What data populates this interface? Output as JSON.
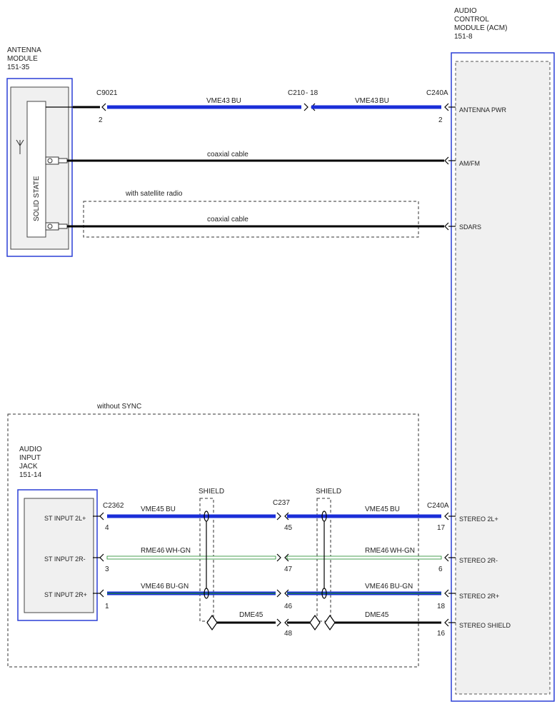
{
  "colors": {
    "module_border": "#2a3fd6",
    "module_fill": "#f0f0f0",
    "blue_wire": "#1a2ed8",
    "green_wire": "#1f8a2a",
    "black_wire": "#000000"
  },
  "antenna_module": {
    "lines": [
      "ANTENNA",
      "MODULE",
      "151-35"
    ],
    "inner_label": "SOLID STATE"
  },
  "acm": {
    "lines": [
      "AUDIO",
      "CONTROL",
      "MODULE (ACM)",
      "151-8"
    ],
    "pins": {
      "antenna_pwr": "ANTENNA PWR",
      "amfm": "AM/FM",
      "sdars": "SDARS",
      "stereo_2l_plus": "STEREO 2L+",
      "stereo_2r_minus": "STEREO 2R-",
      "stereo_2r_plus": "STEREO 2R+",
      "stereo_shield": "STEREO SHIELD"
    }
  },
  "audio_input_jack": {
    "lines": [
      "AUDIO",
      "INPUT",
      "JACK",
      "151-14"
    ],
    "pins": {
      "st_input_2l_plus": "ST INPUT 2L+",
      "st_input_2r_minus": "ST INPUT 2R-",
      "st_input_2r_plus": "ST INPUT 2R+"
    }
  },
  "connectors": {
    "c9021": "C9021",
    "c210": "C210",
    "c210_pin": "- 18",
    "c240a_top": "C240A",
    "c240a_bottom": "C240A",
    "c2362": "C2362",
    "c237": "C237"
  },
  "wires": {
    "vme43_a": "VME43",
    "bu_a": "BU",
    "vme43_b": "VME43",
    "bu_b": "BU",
    "coax_1": "coaxial cable",
    "coax_2": "coaxial cable",
    "vme45_a": "VME45",
    "vme45_a_color": "BU",
    "vme45_b": "VME45",
    "vme45_b_color": "BU",
    "rme46_a": "RME46",
    "rme46_a_color": "WH-GN",
    "rme46_b": "RME46",
    "rme46_b_color": "WH-GN",
    "vme46_a": "VME46",
    "vme46_a_color": "BU-GN",
    "vme46_b": "VME46",
    "vme46_b_color": "BU-GN",
    "dme45_a": "DME45",
    "dme45_b": "DME45"
  },
  "pin_numbers": {
    "c9021": "2",
    "c240a_antenna": "2",
    "c2362_2l": "4",
    "c2362_2r_minus": "3",
    "c2362_2r_plus": "1",
    "c237_45": "45",
    "c237_47": "47",
    "c237_46": "46",
    "c237_48": "48",
    "c240a_17": "17",
    "c240a_6": "6",
    "c240a_18": "18",
    "c240a_16": "16"
  },
  "notes": {
    "with_satellite_radio": "with satellite radio",
    "without_sync": "without SYNC",
    "shield_1": "SHIELD",
    "shield_2": "SHIELD"
  }
}
